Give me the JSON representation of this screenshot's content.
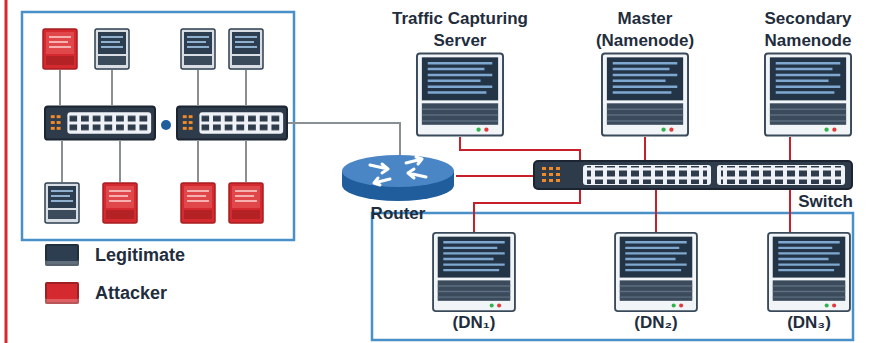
{
  "diagram": {
    "nodes": [
      {
        "text": [
          "Traffic Capturing Server"
        ]
      },
      {
        "text": [
          "Master (Namenode)"
        ]
      },
      {
        "text": [
          "Secondary Namenode"
        ]
      },
      {
        "text": [
          "Router"
        ]
      },
      {
        "text": [
          "Switch"
        ]
      },
      {
        "text": [
          "(DN₁)"
        ]
      },
      {
        "text": [
          "(DN₂)"
        ]
      },
      {
        "text": [
          "(DN₃)"
        ]
      }
    ],
    "edges": [
      {
        "from": 0,
        "to": 4,
        "arrow": "none"
      },
      {
        "from": 1,
        "to": 4,
        "arrow": "none"
      },
      {
        "from": 2,
        "to": 4,
        "arrow": "none"
      },
      {
        "from": 3,
        "to": 4,
        "arrow": "none"
      },
      {
        "from": 4,
        "to": 5,
        "arrow": "none"
      },
      {
        "from": 4,
        "to": 6,
        "arrow": "none"
      },
      {
        "from": 4,
        "to": 7,
        "arrow": "none"
      }
    ],
    "legend": [
      {
        "text": "Legitimate",
        "color": "#2c3e50"
      },
      {
        "text": "Attacker",
        "color": "#d42a2f"
      }
    ]
  }
}
